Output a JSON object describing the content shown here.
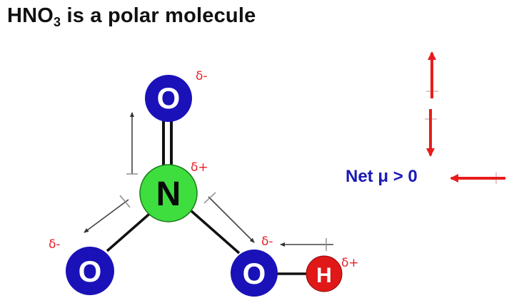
{
  "title": {
    "prefix": "HNO",
    "subscript": "3",
    "suffix": " is a polar molecule"
  },
  "atoms": {
    "o_top": {
      "symbol": "O",
      "charge": "δ-"
    },
    "n_center": {
      "symbol": "N",
      "charge": "δ+"
    },
    "o_left": {
      "symbol": "O",
      "charge": "δ-"
    },
    "o_right": {
      "symbol": "O",
      "charge": "δ-"
    },
    "h": {
      "symbol": "H",
      "charge": "δ+"
    }
  },
  "bonds": [
    {
      "from": "N",
      "to": "O (top)",
      "order": 2
    },
    {
      "from": "N",
      "to": "O (left)",
      "order": 1
    },
    {
      "from": "N",
      "to": "O (right)",
      "order": 1
    },
    {
      "from": "O (right)",
      "to": "H",
      "order": 1
    }
  ],
  "dipoles": {
    "bond_vectors": [
      "N→O(top) up",
      "N→O(left) down-left",
      "N→O(right) down-right",
      "H→O left"
    ],
    "resultants": [
      "up",
      "down",
      "left"
    ]
  },
  "net_label": "Net μ > 0",
  "colors": {
    "oxygen": "#1a12b8",
    "nitrogen": "#3ede3e",
    "hydrogen": "#e01818",
    "charge_text": "#e8202a",
    "net_text": "#1a1ab8",
    "resultant_arrow": "#e81c1c",
    "dipole_arrow": "#444444"
  }
}
